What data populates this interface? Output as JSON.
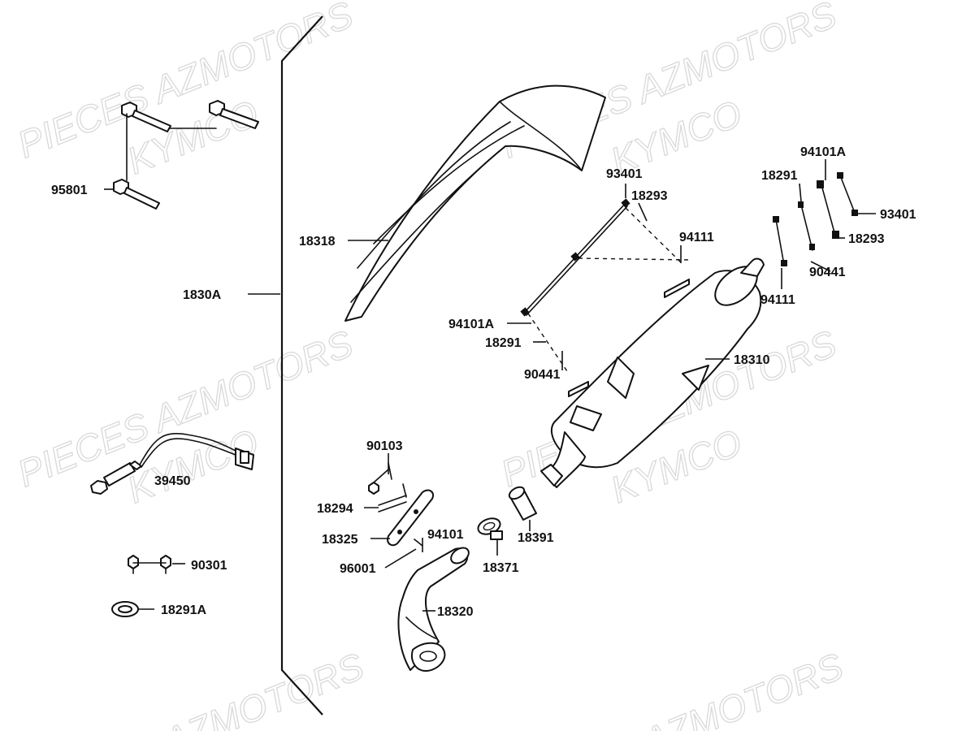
{
  "watermarks": [
    {
      "text": "PIECES AZMOTORS",
      "slot": "wm-1"
    },
    {
      "text": "KYMCO",
      "slot": "wm-2"
    },
    {
      "text": "PIECES AZMOTORS",
      "slot": "wm-3"
    },
    {
      "text": "KYMCO",
      "slot": "wm-4"
    },
    {
      "text": "PIECES AZMOTORS",
      "slot": "wm-5"
    },
    {
      "text": "KYMCO",
      "slot": "wm-6"
    },
    {
      "text": "PIECES AZMOTORS",
      "slot": "wm-7"
    },
    {
      "text": "KYMCO",
      "slot": "wm-8"
    },
    {
      "text": "AZMOTORS",
      "slot": "wm-9"
    },
    {
      "text": "AZMOTORS",
      "slot": "wm-10"
    }
  ],
  "labels": {
    "l_95801": "95801",
    "l_1830A": "1830A",
    "l_39450": "39450",
    "l_90301": "90301",
    "l_18291A": "18291A",
    "l_18318": "18318",
    "l_93401_a": "93401",
    "l_18293_a": "18293",
    "l_94111_a": "94111",
    "l_94101A_a": "94101A",
    "l_18291_a": "18291",
    "l_90441_a": "90441",
    "l_18310": "18310",
    "l_94101A_b": "94101A",
    "l_18291_b": "18291",
    "l_93401_b": "93401",
    "l_18293_b": "18293",
    "l_90441_b": "90441",
    "l_94111_b": "94111",
    "l_90103": "90103",
    "l_18294": "18294",
    "l_18325": "18325",
    "l_94101": "94101",
    "l_96001": "96001",
    "l_18391": "18391",
    "l_18371": "18371",
    "l_18320": "18320"
  }
}
